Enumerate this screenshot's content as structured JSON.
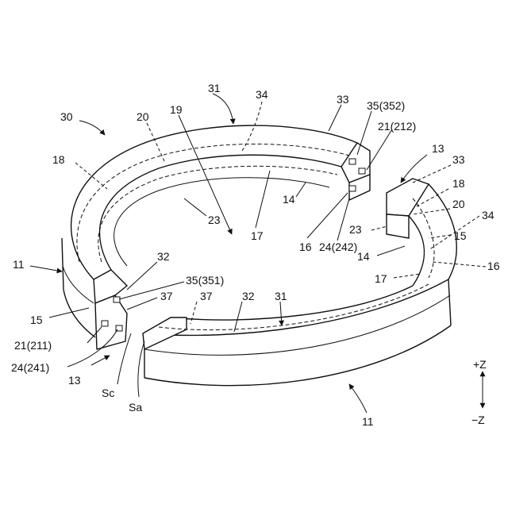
{
  "labels": {
    "l30": "30",
    "l31_top": "31",
    "l34_top": "34",
    "l33_top": "33",
    "l35_352": "35(352)",
    "l21_212": "21(212)",
    "l20_left": "20",
    "l19": "19",
    "l18_left": "18",
    "l23_mid": "23",
    "l17_mid": "17",
    "l14_mid": "14",
    "l16_mid": "16",
    "l24_242": "24(242)",
    "l13_right": "13",
    "l33_right": "33",
    "l18_right": "18",
    "l20_right": "20",
    "l23_right": "23",
    "l34_right": "34",
    "l15_right": "15",
    "l14_right": "14",
    "l16_right": "16",
    "l17_right": "17",
    "l11_left": "11",
    "l32_left": "32",
    "l35_351": "35(351)",
    "l37_a": "37",
    "l37_b": "37",
    "l32_mid": "32",
    "l31_mid": "31",
    "l15_left": "15",
    "l21_211": "21(211)",
    "l24_241": "24(241)",
    "l13_left": "13",
    "lSc": "Sc",
    "lSa": "Sa",
    "l11_bottom": "11"
  },
  "axis": {
    "plus_z": "+Z",
    "minus_z": "−Z"
  }
}
